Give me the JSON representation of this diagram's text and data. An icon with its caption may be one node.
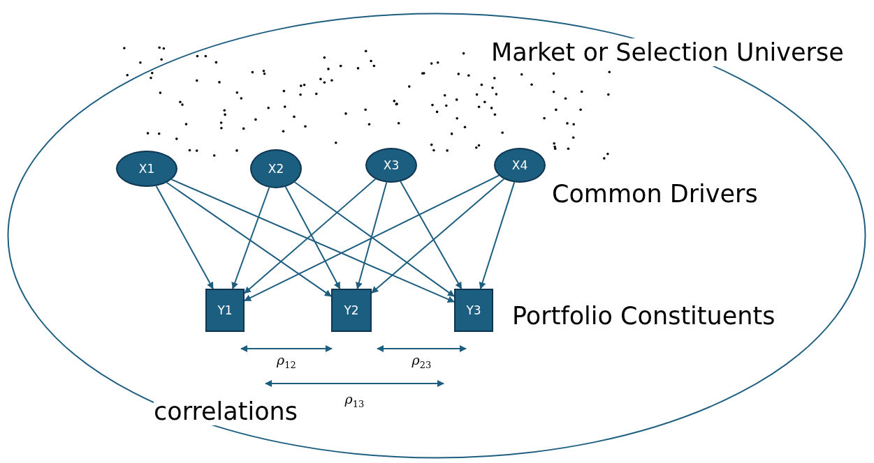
{
  "diagram": {
    "nodes": [
      {
        "text": [
          "Market or Selection Universe"
        ]
      },
      {
        "text": [
          "X1"
        ],
        "in": 0
      },
      {
        "text": [
          "X2"
        ],
        "in": 0
      },
      {
        "text": [
          "X3"
        ],
        "in": 0
      },
      {
        "text": [
          "X4"
        ],
        "in": 0
      },
      {
        "text": [
          "Y1"
        ],
        "in": 0
      },
      {
        "text": [
          "Y2"
        ],
        "in": 0
      },
      {
        "text": [
          "Y3"
        ],
        "in": 0
      }
    ],
    "edges": [
      {
        "from": 1,
        "to": 5,
        "arrow": "to"
      },
      {
        "from": 1,
        "to": 6,
        "arrow": "to"
      },
      {
        "from": 1,
        "to": 7,
        "arrow": "to"
      },
      {
        "from": 2,
        "to": 5,
        "arrow": "to"
      },
      {
        "from": 2,
        "to": 6,
        "arrow": "to"
      },
      {
        "from": 2,
        "to": 7,
        "arrow": "to"
      },
      {
        "from": 3,
        "to": 5,
        "arrow": "to"
      },
      {
        "from": 3,
        "to": 6,
        "arrow": "to"
      },
      {
        "from": 3,
        "to": 7,
        "arrow": "to"
      },
      {
        "from": 4,
        "to": 5,
        "arrow": "to"
      },
      {
        "from": 4,
        "to": 6,
        "arrow": "to"
      },
      {
        "from": 4,
        "to": 7,
        "arrow": "to"
      },
      {
        "from": 5,
        "to": 6,
        "arrow": "both",
        "label": "ρ$_{12}$"
      },
      {
        "from": 6,
        "to": 7,
        "arrow": "both",
        "label": "ρ$_{23}$"
      },
      {
        "from": 5,
        "to": 7,
        "arrow": "both",
        "label": "ρ$_{13}$"
      }
    ],
    "labels": [
      "Common Drivers",
      "Portfolio Constituents",
      "correlations"
    ]
  }
}
